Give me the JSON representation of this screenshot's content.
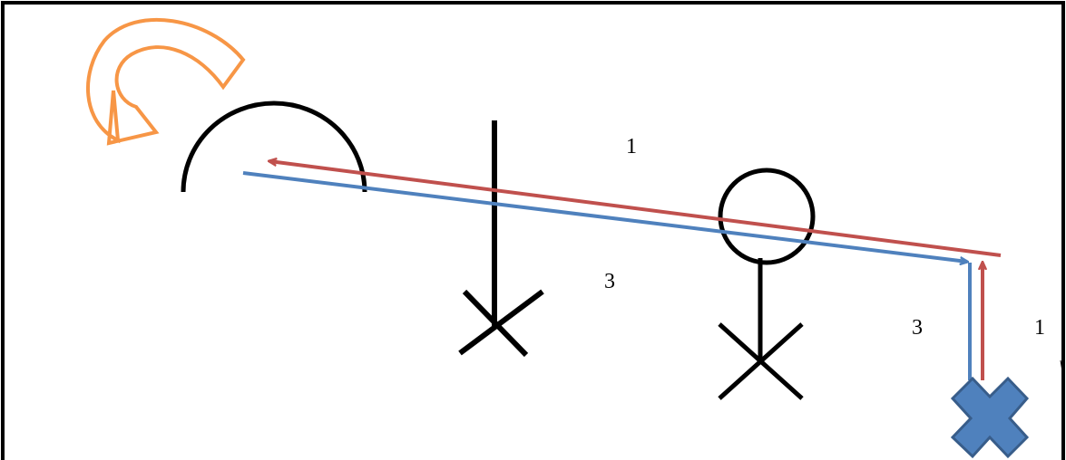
{
  "labels": {
    "top_red": "1",
    "left_blue": "3",
    "right_blue": "3",
    "right_red": "1"
  },
  "colors": {
    "frame": "#000000",
    "red_arrow": "#C0504D",
    "blue_arrow": "#4F81BD",
    "orange_arrow": "#F79646",
    "cross_fill": "#4F81BD",
    "cross_stroke": "#385D8A"
  }
}
